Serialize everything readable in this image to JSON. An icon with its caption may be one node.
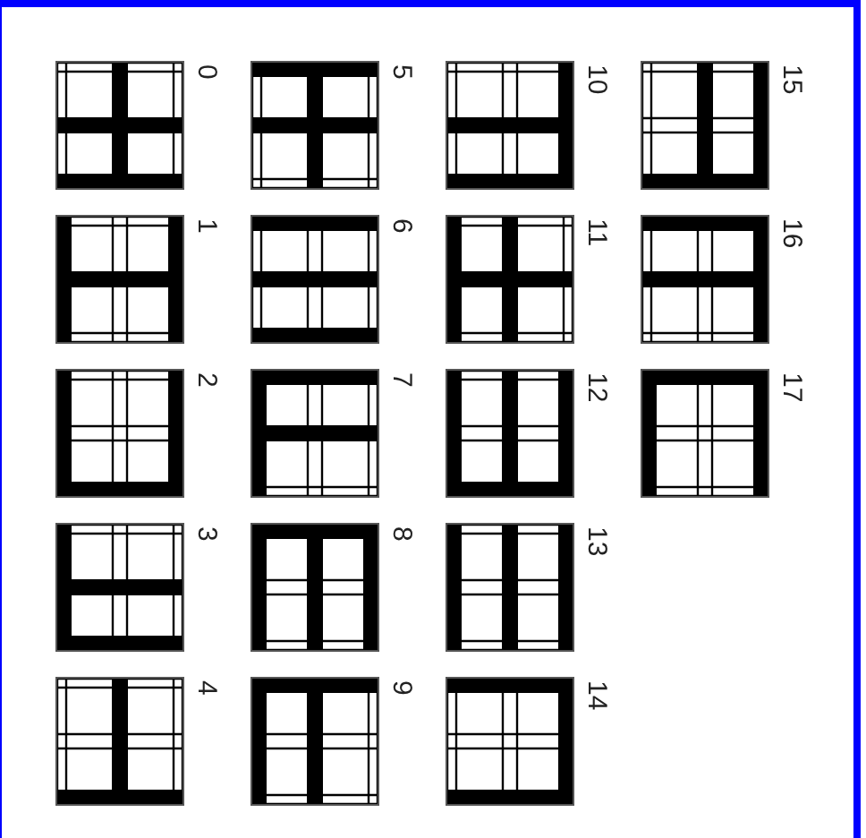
{
  "diagram": {
    "labels": [
      "0",
      "5",
      "10",
      "15",
      "1",
      "6",
      "11",
      "16",
      "2",
      "7",
      "12",
      "17",
      "3",
      "8",
      "13",
      "4",
      "9",
      "14"
    ]
  }
}
